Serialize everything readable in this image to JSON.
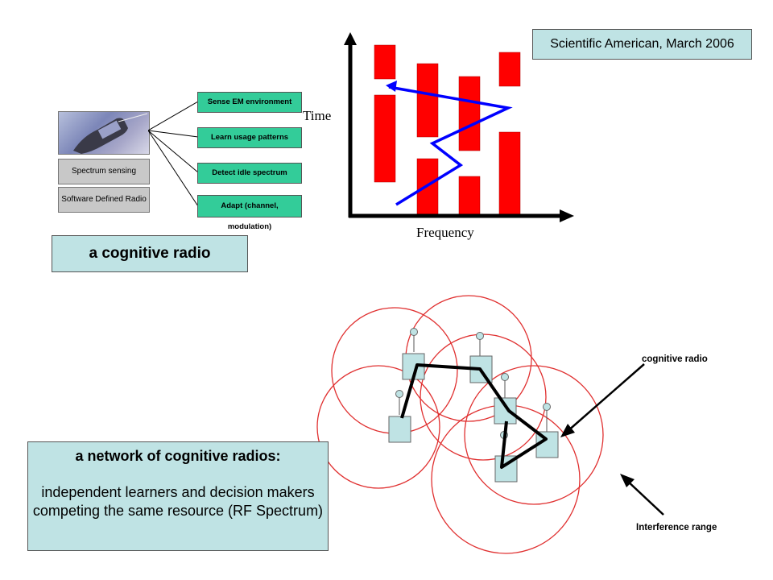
{
  "citation": "Scientific American, March 2006",
  "cognitive_radio_box": {
    "left_labels": [
      "Spectrum sensing",
      "Software Defined Radio"
    ],
    "functions": [
      "Sense EM environment",
      "Learn usage patterns",
      "Detect  idle spectrum",
      "Adapt (channel, modulation)"
    ]
  },
  "caption_cognitive_radio": "a cognitive radio",
  "spectrum_chart": {
    "y_label": "Time",
    "x_label": "Frequency"
  },
  "network_panel": {
    "title": "a network of cognitive radios:",
    "body": "independent  learners and decision makers competing the same resource (RF Spectrum)"
  },
  "network_legend": {
    "radio_label": "cognitive radio",
    "range_label": "Interference range"
  },
  "colors": {
    "panel_bg": "#bfe3e4",
    "function_box": "#33cc99",
    "occupied_spectrum": "#ff0000",
    "hop_path": "#0000ff",
    "interference_circle": "#e03030",
    "radio_node": "#bfe3e4"
  }
}
